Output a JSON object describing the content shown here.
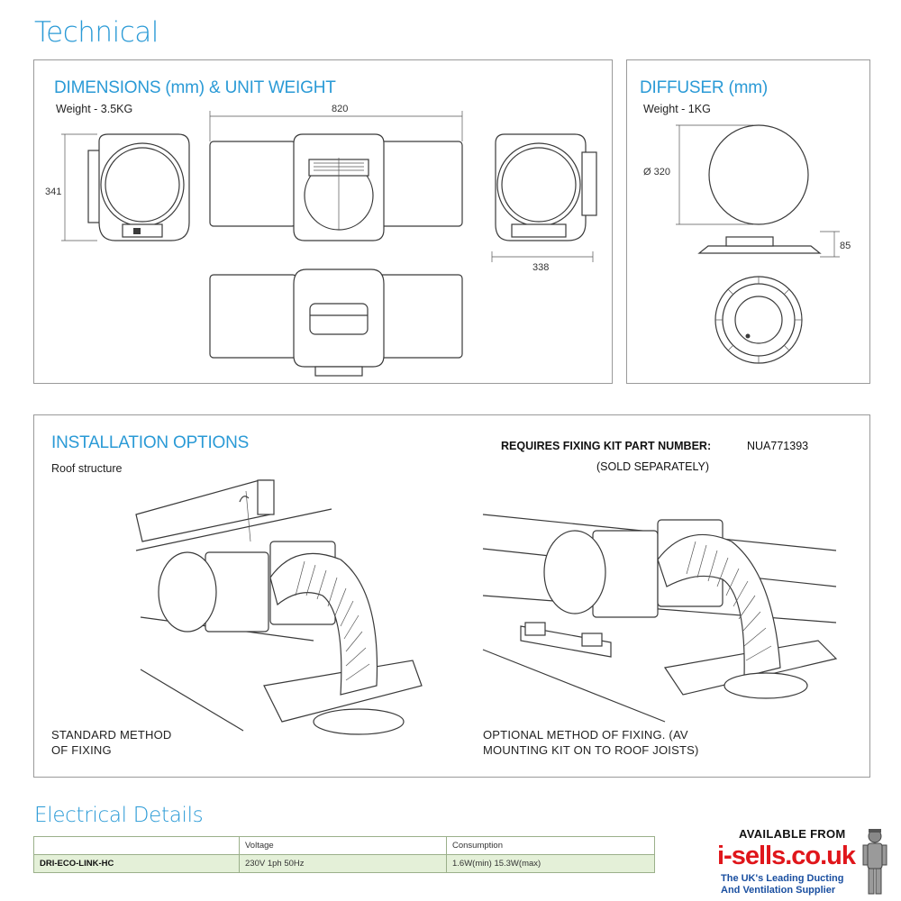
{
  "page": {
    "title": "Technical",
    "electrical_title": "Electrical Details"
  },
  "dimensions_panel": {
    "title": "DIMENSIONS (mm) & UNIT WEIGHT",
    "weight": "Weight - 3.5KG",
    "width": "820",
    "height": "341",
    "depth": "338"
  },
  "diffuser_panel": {
    "title": "DIFFUSER (mm)",
    "weight": "Weight - 1KG",
    "diameter": "Ø 320",
    "height": "85"
  },
  "install_panel": {
    "title": "INSTALLATION OPTIONS",
    "subtitle": "Roof structure",
    "kit_label": "REQUIRES FIXING KIT PART NUMBER:",
    "kit_number": "NUA771393",
    "sold_separately": "(SOLD SEPARATELY)",
    "caption_standard_1": "STANDARD METHOD",
    "caption_standard_2": "OF FIXING",
    "caption_optional_1": "OPTIONAL METHOD OF FIXING. (AV",
    "caption_optional_2": "MOUNTING KIT ON TO ROOF JOISTS)"
  },
  "electrical_table": {
    "headers": [
      "",
      "Voltage",
      "Consumption"
    ],
    "rows": [
      [
        "DRI-ECO-LINK-HC",
        "230V 1ph 50Hz",
        "1.6W(min) 15.3W(max)"
      ]
    ]
  },
  "advert": {
    "available": "AVAILABLE FROM",
    "brand": "i-sells.co.uk",
    "tagline_1": "The UK's Leading Ducting",
    "tagline_2": "And Ventilation Supplier",
    "brand_color": "#e0161b",
    "tagline_color": "#1a4fa0"
  },
  "colors": {
    "heading": "#2a9ad6",
    "table_row": "#e4f0d8"
  }
}
